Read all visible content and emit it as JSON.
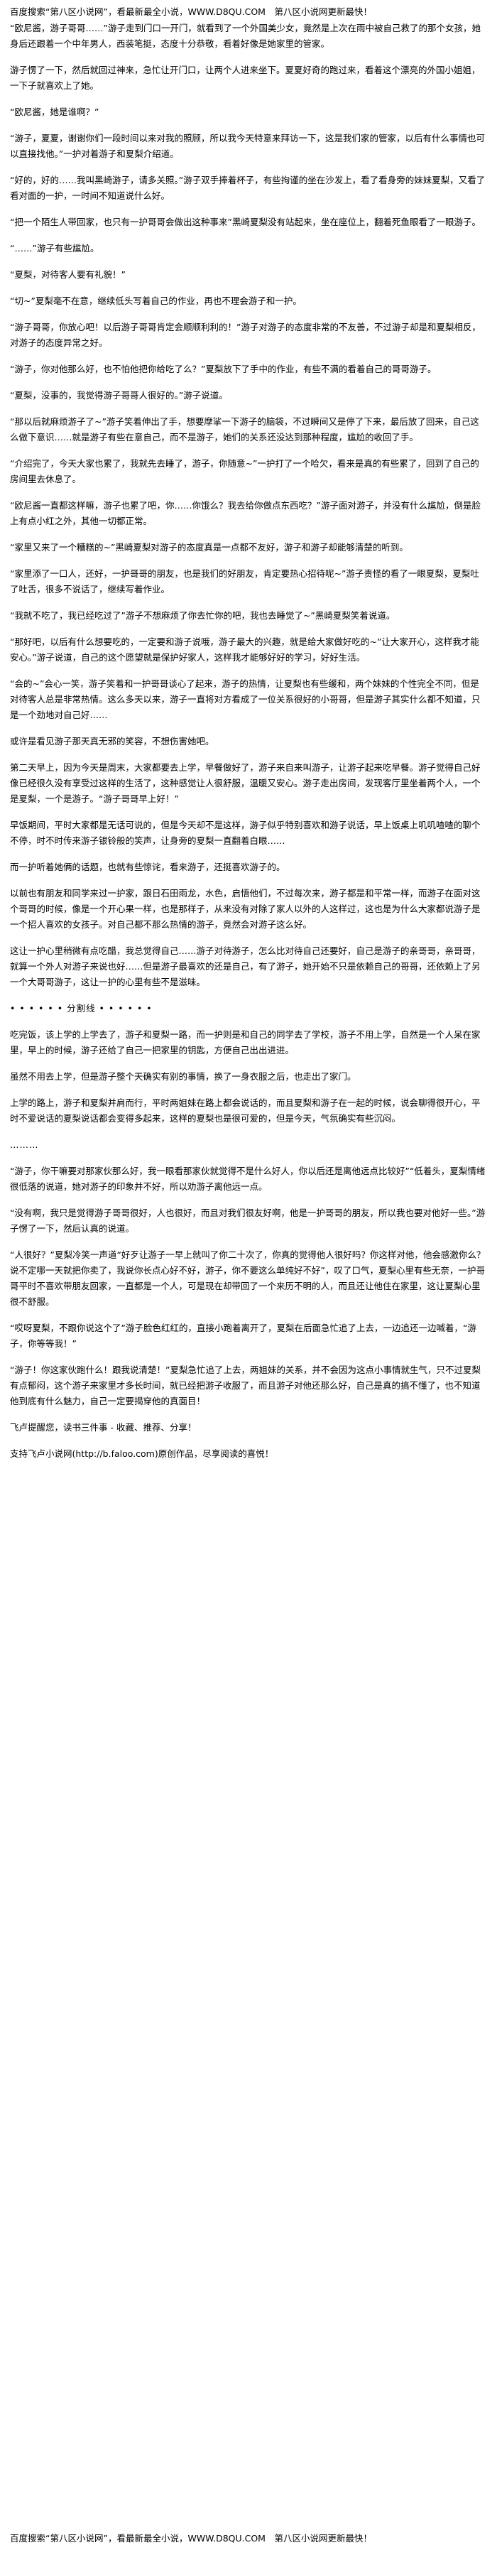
{
  "banner": {
    "top": "百度搜索“第八区小说网”，看最新最全小说，WWW.D8QU.COM　第八区小说网更新最快！",
    "bottom": "百度搜索“第八区小说网”，看最新最全小说，WWW.D8QU.COM　第八区小说网更新最快！"
  },
  "paragraphs": [
    "“欧尼酱，游子哥哥……”游子走到门口一开门，就看到了一个外国美少女，竟然是上次在雨中被自己救了的那个女孩，她身后还跟着一个中年男人，西装笔挺，态度十分恭敬，看着好像是她家里的管家。",
    "游子愣了一下，然后就回过神来，急忙让开门口，让两个人进来坐下。夏夏好奇的跑过来，看着这个漂亮的外国小姐姐，一下子就喜欢上了她。",
    "“欧尼酱，她是谁啊？”",
    "“游子，夏夏，谢谢你们一段时间以来对我的照顾，所以我今天特意来拜访一下，这是我们家的管家，以后有什么事情也可以直接找他。”一护对着游子和夏梨介绍道。",
    "“好的，好的……我叫黑崎游子，请多关照。”游子双手捧着杯子，有些拘谨的坐在沙发上，看了看身旁的妹妹夏梨，又看了看对面的一护，一时间不知道说什么好。",
    "“把一个陌生人带回家，也只有一护哥哥会做出这种事来”黑崎夏梨没有站起来，坐在座位上，翻着死鱼眼看了一眼游子。",
    "“……”游子有些尴尬。",
    "“夏梨，对待客人要有礼貌！”",
    "“切~”夏梨毫不在意，继续低头写着自己的作业，再也不理会游子和一护。",
    "“游子哥哥，你放心吧！以后游子哥哥肯定会顺顺利利的！”游子对游子的态度非常的不友善，不过游子却是和夏梨相反，对游子的态度异常之好。",
    "“游子，你对他那么好，也不怕他把你给吃了么？”夏梨放下了手中的作业，有些不满的看着自己的哥哥游子。",
    "“夏梨，没事的，我觉得游子哥哥人很好的。”游子说道。",
    "“那以后就麻烦游子了~”游子笑着伸出了手，想要摩挲一下游子的脑袋，不过瞬间又是停了下来，最后放了回来，自己这么做下意识……就是游子有些在意自己，而不是游子，她们的关系还没达到那种程度，尴尬的收回了手。",
    "“介绍完了，今天大家也累了，我就先去睡了，游子，你随意~”一护打了一个哈欠，看来是真的有些累了，回到了自己的房间里去休息了。",
    "“欧尼酱一直都这样嘛，游子也累了吧，你……你饿么？我去给你做点东西吃？”游子面对游子，并没有什么尴尬，倒是脸上有点小红之外，其他一切都正常。",
    "“家里又来了一个糟糕的~”黑崎夏梨对游子的态度真是一点都不友好，游子和游子却能够清楚的听到。",
    "“家里添了一口人，还好，一护哥哥的朋友，也是我们的好朋友，肯定要热心招待呢~”游子责怪的看了一眼夏梨，夏梨吐了吐舌，很多不说话了，继续写着作业。",
    "“我就不吃了，我已经吃过了”游子不想麻烦了你去忙你的吧，我也去睡觉了~”黑崎夏梨笑着说道。",
    "“那好吧，以后有什么想要吃的，一定要和游子说哦，游子最大的兴趣，就是给大家做好吃的~”让大家开心，这样我才能安心。”游子说道，自己的这个愿望就是保护好家人，这样我才能够好好的学习，好好生活。",
    "“会的~”会心一笑，游子笑着和一护哥哥谈心了起来，游子的热情，让夏梨也有些缓和，两个妹妹的个性完全不同，但是对待客人总是非常热情。这么多天以来，游子一直将对方看成了一位关系很好的小哥哥，但是游子其实什么都不知道，只是一个劲地对自己好……",
    "或许是看见游子那天真无邪的笑容，不想伤害她吧。",
    "第二天早上，因为今天是周末，大家都要去上学，早餐做好了，游子来自来叫游子，让游子起来吃早餐。游子觉得自己好像已经很久没有享受过这样的生活了，这种感觉让人很舒服，温暖又安心。游子走出房间，发现客厅里坐着两个人，一个是夏梨，一个是游子。“游子哥哥早上好！”",
    "早饭期间，平时大家都是无话可说的，但是今天却不是这样，游子似乎特别喜欢和游子说话，早上饭桌上叽叽喳喳的聊个不停，时不时传来游子银铃般的笑声，让身旁的夏梨一直翻着白眼……",
    "而一护听着她俩的话题，也就有些惊诧，看来游子，还挺喜欢游子的。",
    "以前也有朋友和同学来过一护家，跟日石田雨龙，水色，启悟他们，不过每次来，游子都是和平常一样，而游子在面对这个哥哥的时候，像是一个开心果一样，也是那样子，从来没有对除了家人以外的人这样过，这也是为什么大家都说游子是一个招人喜欢的女孩子。对自己都不那么热情的游子，竟然会对游子这么好。",
    "这让一护心里稍微有点吃醋，我总觉得自己……游子对待游子，怎么比对待自己还要好，自己是游子的亲哥哥，亲哥哥，就算一个外人对游子来说也好……但是游子最喜欢的还是自己，有了游子，她开始不只是依赖自己的哥哥，还依赖上了另一个大哥哥游子，这让一护的心里有些不是滋味。",
    "• • • • • • 分割线 • • • • • •",
    "吃完饭，该上学的上学去了，游子和夏梨一路，而一护则是和自己的同学去了学校，游子不用上学，自然是一个人呆在家里，早上的时候，游子还给了自己一把家里的钥匙，方便自己出出进进。",
    "虽然不用去上学，但是游子整个天确实有别的事情，换了一身衣服之后，也走出了家门。",
    "上学的路上，游子和夏梨并肩而行，平时两姐妹在路上都会说话的，而且夏梨和游子在一起的时候，说会聊得很开心，平时不爱说话的夏梨说话都会变得多起来，这样的夏梨也是很可爱的，但是今天，气氛确实有些沉闷。",
    "………",
    "“游子，你干嘛要对那家伙那么好，我一眼看那家伙就觉得不是什么好人，你以后还是离他远点比较好”“低着头，夏梨情绪很低落的说道，她对游子的印象并不好，所以劝游子离他远一点。",
    "“没有啊，我只是觉得游子哥哥很好，人也很好，而且对我们很友好啊，他是一护哥哥的朋友，所以我也要对他好一些。”游子愣了一下，然后认真的说道。",
    "“人很好？”夏梨冷笑一声道“好歹让游子一早上就叫了你二十次了，你真的觉得他人很好吗？你这样对他，他会感激你么？说不定哪一天就把你卖了，我说你长点心好不好，游子，你不要这么单纯好不好”，叹了口气，夏梨心里有些无奈，一护哥哥平时不喜欢带朋友回家，一直都是一个人，可是现在却带回了一个来历不明的人，而且还让他住在家里，这让夏梨心里很不舒服。",
    "“哎呀夏梨，不跟你说这个了”游子脸色红红的，直接小跑着离开了，夏梨在后面急忙追了上去，一边追还一边喊着，“游子，你等等我！”",
    "“游子！你这家伙跑什么！跟我说清楚！”夏梨急忙追了上去，两姐妹的关系，并不会因为这点小事情就生气，只不过夏梨有点郁闷，这个游子来家里才多长时间，就已经把游子收服了，而且游子对他还那么好，自己是真的搞不懂了，也不知道他到底有什么魅力，自己一定要揭穿他的真面目！",
    "飞卢提醒您，读书三件事 - 收藏、推荐、分享！",
    "支持飞卢小说网(http://b.faloo.com)原创作品，尽享阅读的喜悦！"
  ]
}
